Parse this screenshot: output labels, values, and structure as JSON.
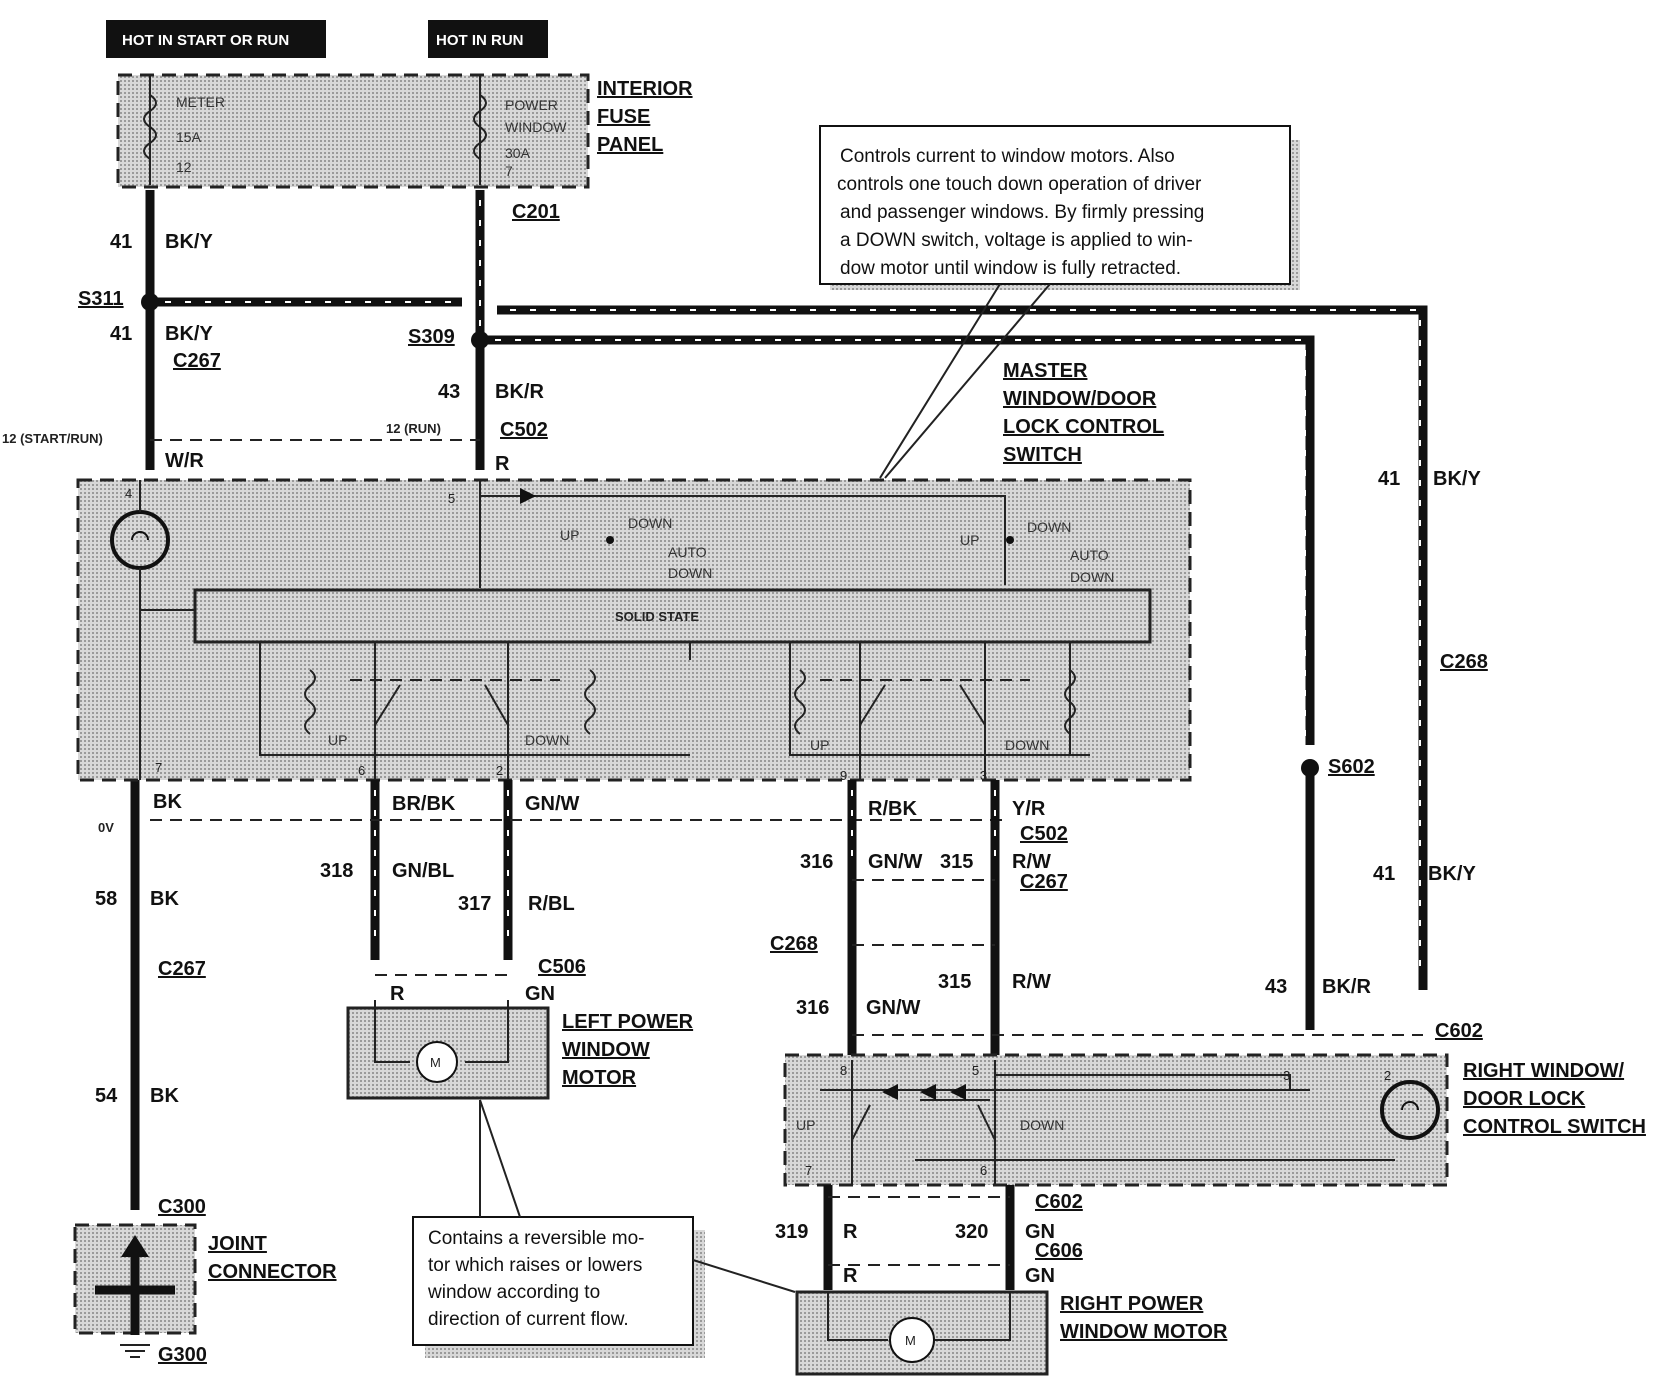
{
  "headers": {
    "hot_start_run": "HOT IN START OR RUN",
    "hot_run": "HOT IN RUN"
  },
  "fuse_panel": {
    "title_lines": [
      "INTERIOR",
      "FUSE",
      "PANEL"
    ],
    "fuse1": [
      "METER",
      "15A",
      "12"
    ],
    "fuse2": [
      "POWER",
      "WINDOW",
      "30A",
      "7"
    ]
  },
  "connectors": {
    "c201": "C201",
    "s311": "S311",
    "s309": "S309",
    "c267_top": "C267",
    "c502_top": "C502",
    "c268_right": "C268",
    "s602": "S602",
    "c502_mid": "C502",
    "c267_mid": "C267",
    "c268_mid": "C268",
    "c506": "C506",
    "c267_left": "C267",
    "c300": "C300",
    "g300": "G300",
    "c602_a": "C602",
    "c602_b": "C602",
    "c606": "C606"
  },
  "wires": {
    "w41_top": "41",
    "bky_top": "BK/Y",
    "w41_b": "41",
    "bky_b": "BK/Y",
    "w43": "43",
    "bkr": "BK/R",
    "start_run": "12 (START/RUN)",
    "wr": "W/R",
    "run12": "12 (RUN)",
    "r": "R",
    "w41_r1": "41",
    "bky_r1": "BK/Y",
    "w41_r2": "41",
    "bky_r2": "BK/Y",
    "bk1": "BK",
    "zero_v": "0V",
    "w58": "58",
    "bk2": "BK",
    "w54": "54",
    "bk3": "BK",
    "brbk": "BR/BK",
    "gnw": "GN/W",
    "w318": "318",
    "gnbl": "GN/BL",
    "w317": "317",
    "rbl": "R/BL",
    "r_motor": "R",
    "gn_motor": "GN",
    "rbk": "R/BK",
    "yr": "Y/R",
    "w316a": "316",
    "gnw_a": "GN/W",
    "w315a": "315",
    "rw_a": "R/W",
    "w315b": "315",
    "rw_b": "R/W",
    "w316b": "316",
    "gnw_b": "GN/W",
    "w43b": "43",
    "bkr_b": "BK/R",
    "w319": "319",
    "r_319": "R",
    "w320": "320",
    "gn_320": "GN",
    "r_low": "R",
    "gn_low": "GN"
  },
  "master": {
    "title_lines": [
      "MASTER",
      "WINDOW/DOOR",
      "LOCK CONTROL",
      "SWITCH"
    ],
    "solid_state": "SOLID STATE",
    "up": "UP",
    "down": "DOWN",
    "auto": "AUTO",
    "auto_down": "DOWN",
    "pins": [
      "4",
      "5",
      "7",
      "6",
      "2",
      "9",
      "3"
    ]
  },
  "left_motor": {
    "title_lines": [
      "LEFT POWER",
      "WINDOW",
      "MOTOR"
    ],
    "m": "M"
  },
  "right_switch": {
    "title_lines": [
      "RIGHT WINDOW/",
      "DOOR LOCK",
      "CONTROL SWITCH"
    ],
    "up": "UP",
    "down": "DOWN",
    "pins": [
      "8",
      "5",
      "3",
      "2",
      "7",
      "6"
    ]
  },
  "right_motor": {
    "title_lines": [
      "RIGHT POWER",
      "WINDOW MOTOR"
    ],
    "m": "M"
  },
  "joint": {
    "title_lines": [
      "JOINT",
      "CONNECTOR"
    ]
  },
  "notes": {
    "top": [
      "Controls current to window motors.  Also",
      "controls one touch down operation of driver",
      "and passenger windows. By firmly pressing",
      "a DOWN switch, voltage is applied to win-",
      "dow motor until window is fully retracted."
    ],
    "bottom": [
      "Contains a reversible mo-",
      "tor which raises or lowers",
      "window according to",
      "direction of current flow."
    ]
  }
}
